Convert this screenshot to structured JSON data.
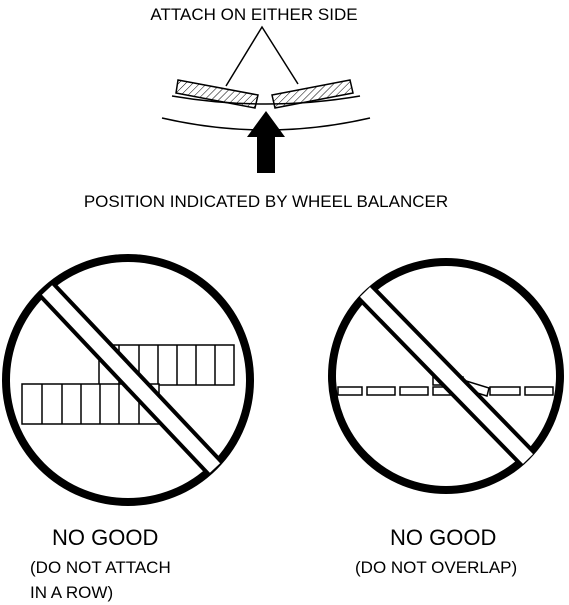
{
  "top": {
    "caption": "ATTACH ON EITHER SIDE",
    "position_label": "POSITION INDICATED BY WHEEL BALANCER"
  },
  "left_panel": {
    "verdict": "NO GOOD",
    "note_line1": "(DO NOT ATTACH",
    "note_line2": "IN A ROW)"
  },
  "right_panel": {
    "verdict": "NO GOOD",
    "note": "(DO NOT OVERLAP)"
  }
}
